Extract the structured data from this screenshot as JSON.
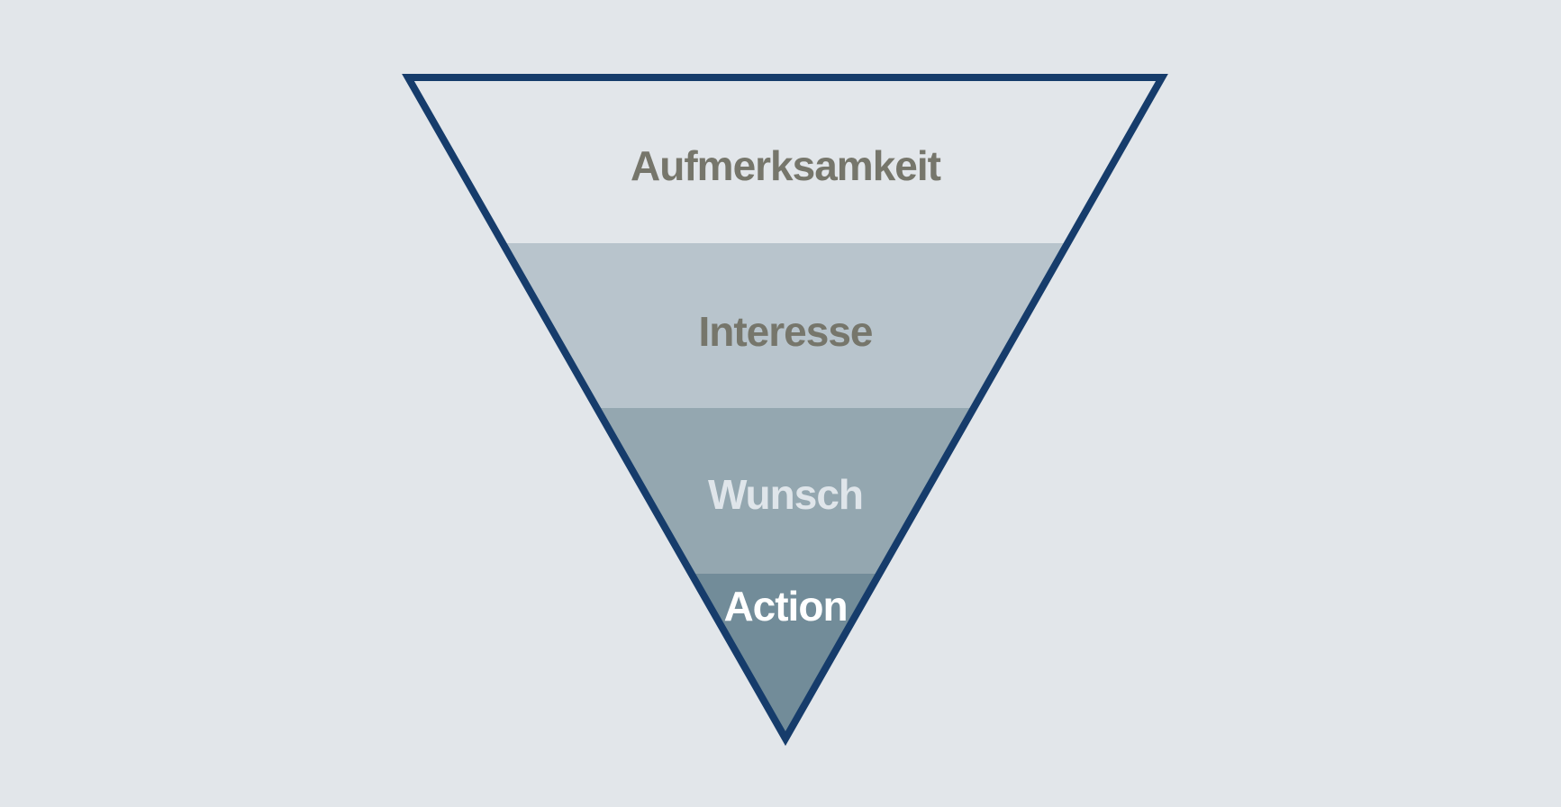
{
  "background_color": "#e2e6ea",
  "outline_color": "#163c6b",
  "stages": [
    {
      "label": "Aufmerksamkeit",
      "fill": "#e2e6ea",
      "text_color": "#76766b"
    },
    {
      "label": "Interesse",
      "fill": "#b8c4cc",
      "text_color": "#76766b"
    },
    {
      "label": "Wunsch",
      "fill": "#94a7b0",
      "text_color": "#dfe5ea"
    },
    {
      "label": "Action",
      "fill": "#728c99",
      "text_color": "#ffffff"
    }
  ]
}
